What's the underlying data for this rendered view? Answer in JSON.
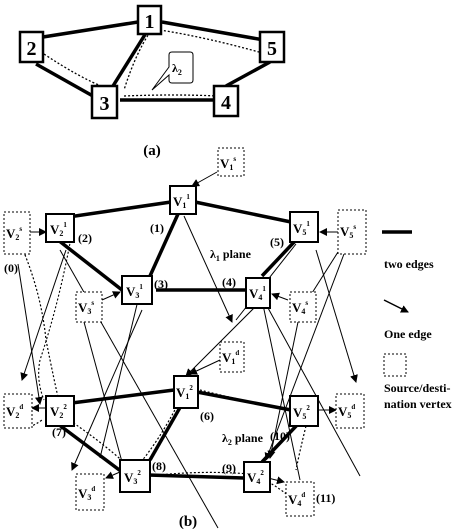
{
  "panel_a": {
    "caption": "(a)",
    "nodes": [
      "1",
      "2",
      "3",
      "4",
      "5"
    ],
    "lambda_label": "λ",
    "lambda_sub": "2"
  },
  "panel_b": {
    "caption": "(b)",
    "plane1": {
      "label": "λ",
      "sub": "1",
      "suffix": " plane"
    },
    "plane2": {
      "label": "λ",
      "sub": "2",
      "suffix": " plane"
    },
    "vertex_base": "V",
    "vertices": {
      "v1_1": {
        "num": "1",
        "sup": "1"
      },
      "v2_1": {
        "num": "2",
        "sup": "1"
      },
      "v3_1": {
        "num": "3",
        "sup": "1"
      },
      "v4_1": {
        "num": "4",
        "sup": "1"
      },
      "v5_1": {
        "num": "5",
        "sup": "1"
      },
      "v1_2": {
        "num": "1",
        "sup": "2"
      },
      "v2_2": {
        "num": "2",
        "sup": "2"
      },
      "v3_2": {
        "num": "3",
        "sup": "2"
      },
      "v4_2": {
        "num": "4",
        "sup": "2"
      },
      "v5_2": {
        "num": "5",
        "sup": "2"
      },
      "v1_s": {
        "num": "1",
        "sup": "s"
      },
      "v2_s": {
        "num": "2",
        "sup": "s"
      },
      "v3_s": {
        "num": "3",
        "sup": "s"
      },
      "v4_s": {
        "num": "4",
        "sup": "s"
      },
      "v5_s": {
        "num": "5",
        "sup": "s"
      },
      "v1_d": {
        "num": "1",
        "sup": "d"
      },
      "v2_d": {
        "num": "2",
        "sup": "d"
      },
      "v3_d": {
        "num": "3",
        "sup": "d"
      },
      "v4_d": {
        "num": "4",
        "sup": "d"
      },
      "v5_d": {
        "num": "5",
        "sup": "d"
      }
    },
    "edge_labels": {
      "e0": "(0)",
      "e1": "(1)",
      "e2": "(2)",
      "e3": "(3)",
      "e4": "(4)",
      "e5": "(5)",
      "e6": "(6)",
      "e7": "(7)",
      "e8": "(8)",
      "e9": "(9)",
      "e10": "(10)",
      "e11": "(11)"
    }
  },
  "legend": {
    "two_edges": "two edges",
    "one_edge": "One edge",
    "source_dest_line1": "Source/desti-",
    "source_dest_line2": "nation vertex"
  }
}
